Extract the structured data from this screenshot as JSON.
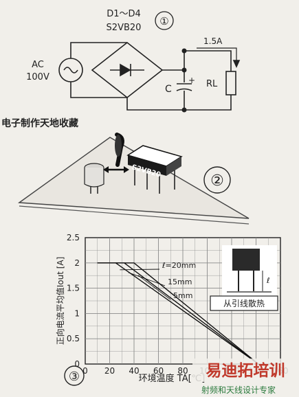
{
  "circuit": {
    "diode_label": "D1～D4",
    "diode_part": "S2VB20",
    "step1": "①",
    "ac_label": "AC",
    "ac_voltage": "100V",
    "current": "1.5A",
    "cap_label": "C",
    "cap_plus": "+",
    "load_label": "RL"
  },
  "watermark_text": "电子制作天地收藏",
  "mounting": {
    "chip_label": "S2VB20",
    "step2": "②"
  },
  "chart_data": {
    "type": "line",
    "ylabel": "正向电流平均值Iout [A]",
    "xlabel": "环境温度 TA[℃]",
    "xlim": [
      0,
      160
    ],
    "ylim": [
      0,
      2.5
    ],
    "x_ticks": [
      0,
      20,
      40,
      60,
      80,
      100,
      120,
      140,
      160
    ],
    "y_ticks": [
      0,
      0.5,
      1,
      1.5,
      2,
      2.5
    ],
    "series": [
      {
        "name": "ℓ=20mm",
        "x": [
          10,
          25,
          142
        ],
        "y": [
          2.0,
          2.0,
          0
        ]
      },
      {
        "name": "15mm",
        "x": [
          10,
          32,
          142
        ],
        "y": [
          2.0,
          2.0,
          0
        ]
      },
      {
        "name": "5mm",
        "x": [
          10,
          40,
          142
        ],
        "y": [
          2.0,
          2.0,
          0
        ]
      }
    ],
    "inset_label": "从引线散热",
    "inset_dim": "ℓ",
    "step3": "③",
    "grid": true
  },
  "logo": {
    "main": "易迪拓培训",
    "sub": "射频和天线设计专家"
  }
}
